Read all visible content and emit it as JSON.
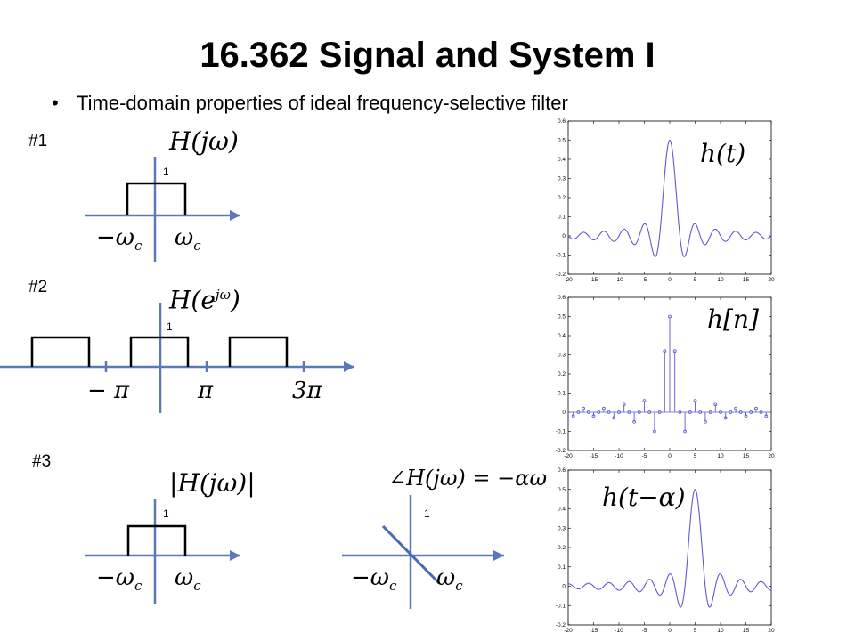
{
  "title": "16.362 Signal and System I",
  "bullet": "Time-domain properties of ideal frequency-selective filter",
  "cases": {
    "c1": {
      "label": "#1",
      "eq_H": "H",
      "eq_arg": "(jω)",
      "one": "1",
      "neg_omega": "−ω",
      "pos_omega": "ω",
      "sub_c": "c"
    },
    "c2": {
      "label": "#2",
      "eq_H": "H",
      "eq_arg_open": "(e",
      "eq_sup": "jω",
      "eq_arg_close": ")",
      "one": "1",
      "neg_pi": "− π",
      "pi": "π",
      "three_pi": "3π"
    },
    "c3": {
      "label": "#3",
      "mag_eq": "|H(jω)|",
      "phase_eq": "∠H(jω) = −αω",
      "one_mag": "1",
      "one_phase": "1",
      "neg_omega": "−ω",
      "pos_omega": "ω",
      "sub_c": "c"
    }
  },
  "plots": {
    "ht": {
      "label": "h(t)"
    },
    "hn": {
      "label": "h[n]"
    },
    "htalpha": {
      "label": "h(t−α)"
    }
  },
  "chart_data": [
    {
      "type": "line",
      "name": "h(t)",
      "x_ticks": [
        "-20",
        "-15",
        "-10",
        "-5",
        "0",
        "5",
        "10",
        "15",
        "20"
      ],
      "y_ticks": [
        "0.6",
        "0.5",
        "0.4",
        "0.3",
        "0.2",
        "0.1",
        "0",
        "-0.1",
        "-0.2"
      ],
      "xlim": [
        -20,
        20
      ],
      "ylim": [
        -0.2,
        0.6
      ],
      "function": "sinc",
      "shift": 0,
      "color": "#5b5bd6"
    },
    {
      "type": "stem",
      "name": "h[n]",
      "x_ticks": [
        "-20",
        "-15",
        "-10",
        "-5",
        "0",
        "5",
        "10",
        "15",
        "20"
      ],
      "y_ticks": [
        "0.6",
        "0.5",
        "0.4",
        "0.3",
        "0.2",
        "0.1",
        "0",
        "-0.1",
        "-0.2"
      ],
      "xlim": [
        -20,
        20
      ],
      "ylim": [
        -0.2,
        0.6
      ],
      "x": [
        -19,
        -18,
        -17,
        -16,
        -15,
        -14,
        -13,
        -12,
        -11,
        -10,
        -9,
        -8,
        -7,
        -6,
        -5,
        -4,
        -3,
        -2,
        -1,
        0,
        1,
        2,
        3,
        4,
        5,
        6,
        7,
        8,
        9,
        10,
        11,
        12,
        13,
        14,
        15,
        16,
        17,
        18,
        19
      ],
      "values": [
        -0.02,
        0.0,
        0.02,
        0.0,
        -0.02,
        0.0,
        0.02,
        0.0,
        -0.03,
        0.0,
        0.04,
        0.0,
        -0.05,
        0.0,
        0.06,
        0.0,
        -0.1,
        0.0,
        0.32,
        0.5,
        0.32,
        0.0,
        -0.1,
        0.0,
        0.06,
        0.0,
        -0.05,
        0.0,
        0.04,
        0.0,
        -0.03,
        0.0,
        0.02,
        0.0,
        -0.02,
        0.0,
        0.02,
        0.0,
        -0.02
      ],
      "color": "#5b5bd6"
    },
    {
      "type": "line",
      "name": "h(t−α)",
      "x_ticks": [
        "-20",
        "-15",
        "-10",
        "-5",
        "0",
        "5",
        "10",
        "15",
        "20"
      ],
      "y_ticks": [
        "0.6",
        "0.5",
        "0.4",
        "0.3",
        "0.2",
        "0.1",
        "0",
        "-0.1",
        "-0.2"
      ],
      "xlim": [
        -20,
        20
      ],
      "ylim": [
        -0.2,
        0.6
      ],
      "function": "sinc",
      "shift": 5,
      "color": "#5b5bd6"
    }
  ]
}
